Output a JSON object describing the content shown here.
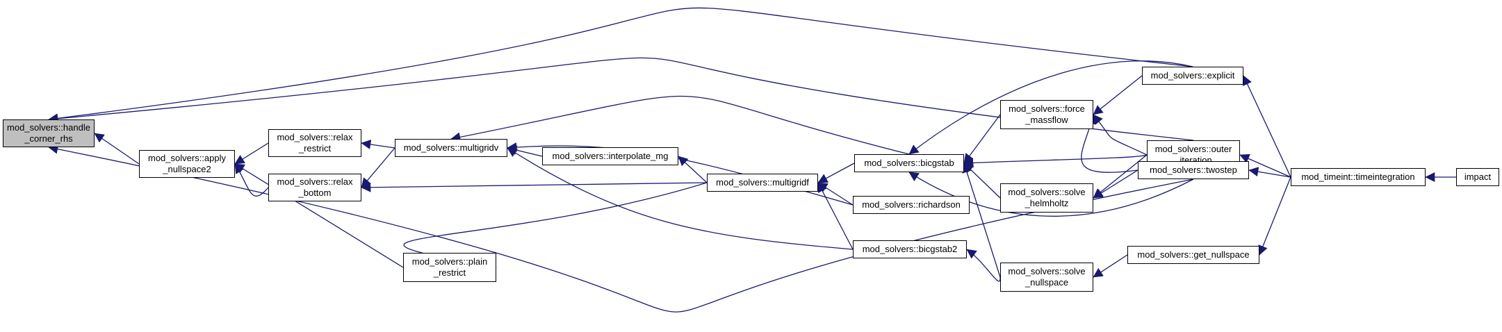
{
  "colors": {
    "edge": "#191970",
    "root_fill": "#bfbfbf",
    "node_fill": "#ffffff",
    "border": "#000000"
  },
  "nodes": {
    "handle_corner_rhs": {
      "l1": "mod_solvers::handle",
      "l2": "_corner_rhs"
    },
    "apply_nullspace2": {
      "l1": "mod_solvers::apply",
      "l2": "_nullspace2"
    },
    "relax_restrict": {
      "l1": "mod_solvers::relax",
      "l2": "_restrict"
    },
    "relax_bottom": {
      "l1": "mod_solvers::relax",
      "l2": "_bottom"
    },
    "plain_restrict": {
      "l1": "mod_solvers::plain",
      "l2": "_restrict"
    },
    "multigridv": {
      "l1": "mod_solvers::multigridv"
    },
    "interpolate_mg": {
      "l1": "mod_solvers::interpolate_mg"
    },
    "multigridf": {
      "l1": "mod_solvers::multigridf"
    },
    "bicgstab": {
      "l1": "mod_solvers::bicgstab"
    },
    "richardson": {
      "l1": "mod_solvers::richardson"
    },
    "bicgstab2": {
      "l1": "mod_solvers::bicgstab2"
    },
    "force_massflow": {
      "l1": "mod_solvers::force",
      "l2": "_massflow"
    },
    "solve_helmholtz": {
      "l1": "mod_solvers::solve",
      "l2": "_helmholtz"
    },
    "solve_nullspace": {
      "l1": "mod_solvers::solve",
      "l2": "_nullspace"
    },
    "explicit": {
      "l1": "mod_solvers::explicit"
    },
    "outer_iteration": {
      "l1": "mod_solvers::outer",
      "l2": "_iteration"
    },
    "twostep": {
      "l1": "mod_solvers::twostep"
    },
    "get_nullspace": {
      "l1": "mod_solvers::get_nullspace"
    },
    "timeintegration": {
      "l1": "mod_timeint::timeintegration"
    },
    "impact": {
      "l1": "impact"
    }
  },
  "edges": [
    {
      "from": "apply_nullspace2",
      "to": "handle_corner_rhs"
    },
    {
      "from": "relax_restrict",
      "to": "apply_nullspace2"
    },
    {
      "from": "relax_bottom",
      "to": "apply_nullspace2"
    },
    {
      "from": "plain_restrict",
      "to": "apply_nullspace2"
    },
    {
      "from": "multigridv",
      "to": "relax_restrict"
    },
    {
      "from": "multigridv",
      "to": "relax_bottom"
    },
    {
      "from": "multigridf",
      "to": "relax_bottom"
    },
    {
      "from": "multigridf",
      "to": "plain_restrict"
    },
    {
      "from": "interpolate_mg",
      "to": "multigridv"
    },
    {
      "from": "multigridf",
      "to": "interpolate_mg"
    },
    {
      "from": "bicgstab",
      "to": "multigridv"
    },
    {
      "from": "richardson",
      "to": "multigridv"
    },
    {
      "from": "bicgstab2",
      "to": "multigridv"
    },
    {
      "from": "bicgstab",
      "to": "multigridf"
    },
    {
      "from": "richardson",
      "to": "multigridf"
    },
    {
      "from": "bicgstab2",
      "to": "multigridf"
    },
    {
      "from": "force_massflow",
      "to": "bicgstab"
    },
    {
      "from": "solve_helmholtz",
      "to": "bicgstab"
    },
    {
      "from": "solve_nullspace",
      "to": "bicgstab"
    },
    {
      "from": "explicit",
      "to": "bicgstab"
    },
    {
      "from": "outer_iteration",
      "to": "bicgstab"
    },
    {
      "from": "twostep",
      "to": "bicgstab"
    },
    {
      "from": "solve_nullspace",
      "to": "bicgstab2"
    },
    {
      "from": "explicit",
      "to": "force_massflow"
    },
    {
      "from": "outer_iteration",
      "to": "force_massflow"
    },
    {
      "from": "twostep",
      "to": "force_massflow"
    },
    {
      "from": "outer_iteration",
      "to": "solve_helmholtz"
    },
    {
      "from": "twostep",
      "to": "solve_helmholtz"
    },
    {
      "from": "get_nullspace",
      "to": "solve_nullspace"
    },
    {
      "from": "explicit",
      "to": "handle_corner_rhs"
    },
    {
      "from": "outer_iteration",
      "to": "handle_corner_rhs"
    },
    {
      "from": "twostep",
      "to": "handle_corner_rhs"
    },
    {
      "from": "timeintegration",
      "to": "explicit"
    },
    {
      "from": "timeintegration",
      "to": "outer_iteration"
    },
    {
      "from": "timeintegration",
      "to": "twostep"
    },
    {
      "from": "timeintegration",
      "to": "get_nullspace"
    },
    {
      "from": "impact",
      "to": "timeintegration"
    }
  ]
}
